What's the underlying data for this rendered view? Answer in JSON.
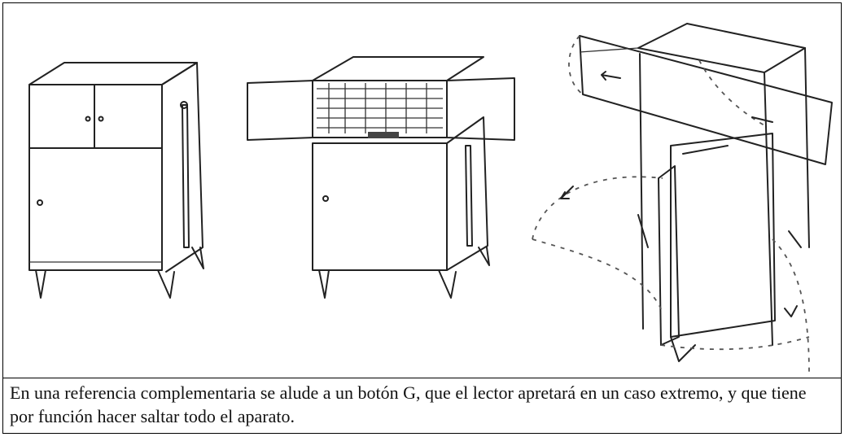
{
  "figure": {
    "panels": [
      "cabinet-closed",
      "cabinet-open-doors",
      "cabinet-unfolding"
    ]
  },
  "caption": {
    "text": "En una referencia complementaria se alude a un botón G, que el lector apretará en un caso extremo, y que tiene por función hacer saltar todo el aparato."
  }
}
